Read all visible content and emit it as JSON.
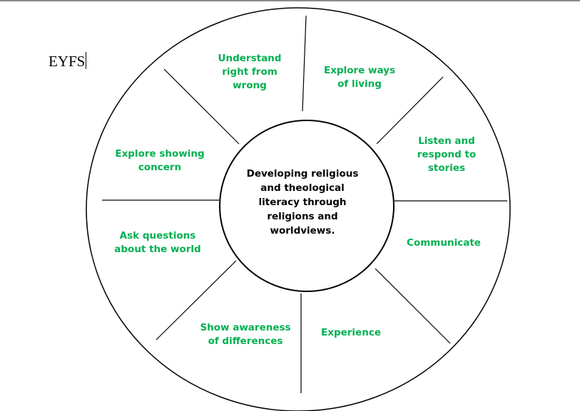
{
  "heading": "EYFS",
  "colors": {
    "accent_green": "#00b050",
    "line": "#000000"
  },
  "wheel": {
    "center_text": [
      "Developing religious",
      "and theological",
      "literacy through",
      "religions and",
      "worldviews."
    ],
    "segments": [
      {
        "id": "understand",
        "lines": [
          "Understand",
          "right from",
          "wrong"
        ]
      },
      {
        "id": "explore-ways",
        "lines": [
          "Explore ways",
          "of living"
        ]
      },
      {
        "id": "listen",
        "lines": [
          "Listen and",
          "respond to",
          "stories"
        ]
      },
      {
        "id": "communicate",
        "lines": [
          "Communicate"
        ]
      },
      {
        "id": "experience",
        "lines": [
          "Experience"
        ]
      },
      {
        "id": "show-awareness",
        "lines": [
          "Show awareness",
          "of differences"
        ]
      },
      {
        "id": "ask-questions",
        "lines": [
          "Ask questions",
          "about the world"
        ]
      },
      {
        "id": "explore-concern",
        "lines": [
          "Explore showing",
          "concern"
        ]
      }
    ]
  }
}
